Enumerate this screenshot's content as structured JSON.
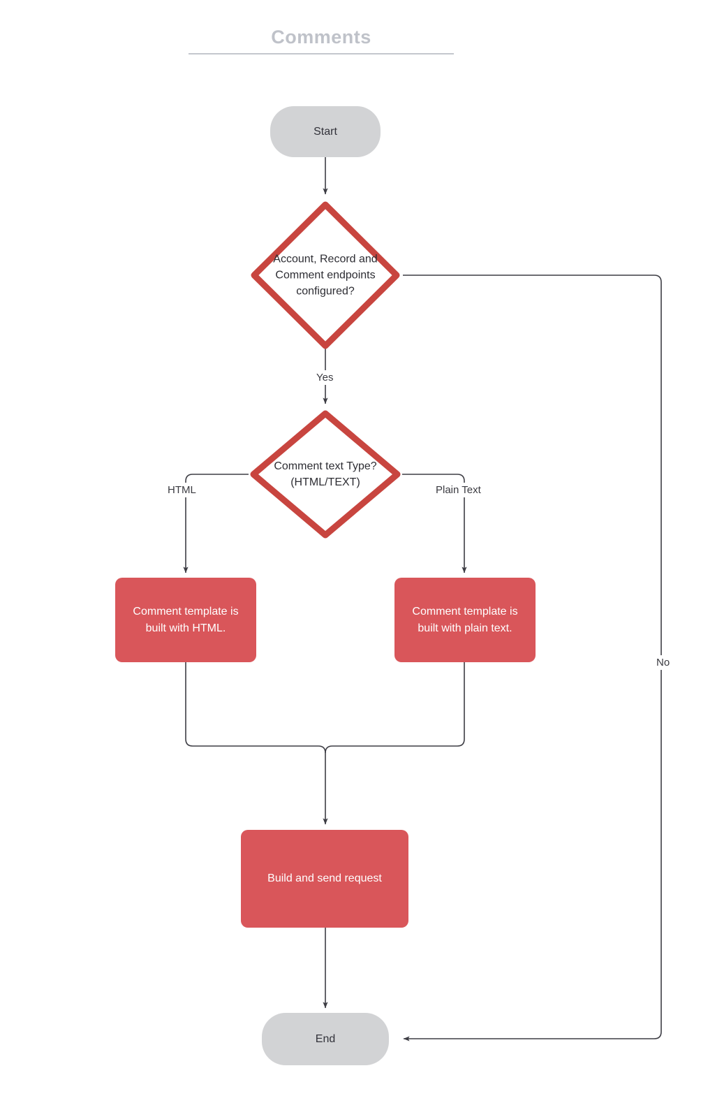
{
  "diagram": {
    "title": "Comments",
    "type": "flowchart",
    "colors": {
      "accent_red": "#d9565a",
      "decision_stroke": "#c8453f",
      "terminator_fill": "#d2d3d5",
      "edge_stroke": "#3d3d44",
      "title_color": "#bfc2c9",
      "node_text_light": "#ffffff",
      "node_text_dark": "#32323a",
      "background": "#ffffff"
    },
    "nodes": [
      {
        "id": "start",
        "shape": "terminator",
        "label": "Start"
      },
      {
        "id": "decision-endpoints",
        "shape": "decision",
        "label": "Account, Record and\nComment endpoints\nconfigured?"
      },
      {
        "id": "decision-text-type",
        "shape": "decision",
        "label": "Comment text Type?\n(HTML/TEXT)"
      },
      {
        "id": "process-html",
        "shape": "process",
        "label": "Comment  template is\nbuilt with HTML."
      },
      {
        "id": "process-plain-text",
        "shape": "process",
        "label": "Comment  template is\nbuilt with plain text."
      },
      {
        "id": "process-build-send",
        "shape": "process",
        "label": "Build and send request"
      },
      {
        "id": "end",
        "shape": "terminator",
        "label": "End"
      }
    ],
    "edges": [
      {
        "id": "start-to-decision1",
        "from": "start",
        "to": "decision-endpoints",
        "label": ""
      },
      {
        "id": "decision1-yes",
        "from": "decision-endpoints",
        "to": "decision-text-type",
        "label": "Yes"
      },
      {
        "id": "decision1-no",
        "from": "decision-endpoints",
        "to": "end",
        "label": "No"
      },
      {
        "id": "decision2-html",
        "from": "decision-text-type",
        "to": "process-html",
        "label": "HTML"
      },
      {
        "id": "decision2-plain",
        "from": "decision-text-type",
        "to": "process-plain-text",
        "label": "Plain Text"
      },
      {
        "id": "html-to-build",
        "from": "process-html",
        "to": "process-build-send",
        "label": ""
      },
      {
        "id": "plain-to-build",
        "from": "process-plain-text",
        "to": "process-build-send",
        "label": ""
      },
      {
        "id": "build-to-end",
        "from": "process-build-send",
        "to": "end",
        "label": ""
      }
    ]
  }
}
